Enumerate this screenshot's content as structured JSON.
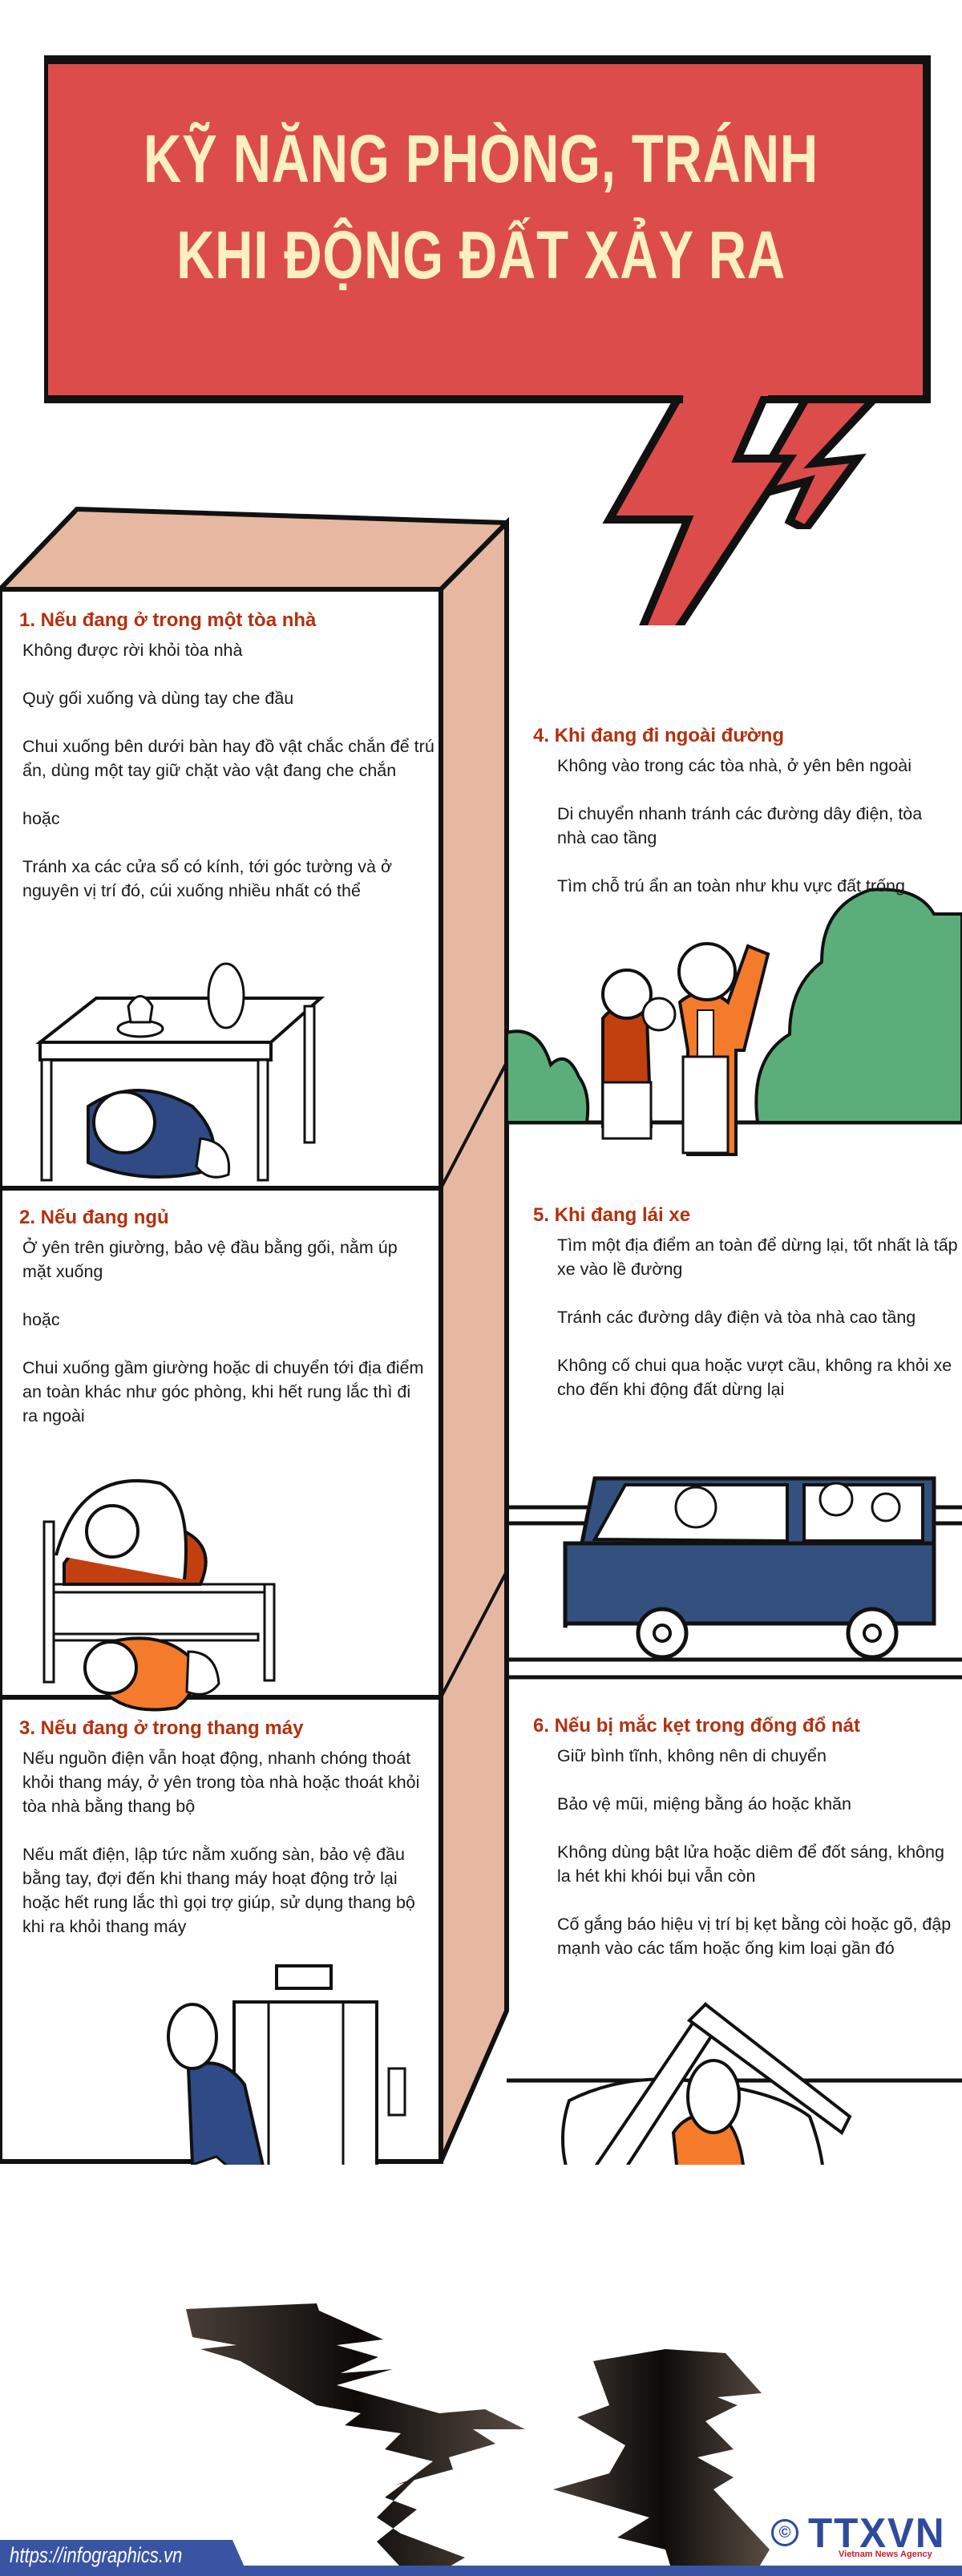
{
  "title": {
    "line1": "KỸ NĂNG PHÒNG, TRÁNH",
    "line2": "KHI ĐỘNG ĐẤT XẢY RA"
  },
  "colors": {
    "bubble_fill": "#dc4c4a",
    "title_text": "#fdf0c0",
    "building_side": "#e6b8a2",
    "heading": "#b3300e",
    "footer_blue": "#3a54a4",
    "tree_green": "#5bae7a",
    "car_blue": "#34507e",
    "orange": "#f47a2c",
    "dark_orange": "#c2400f",
    "navy": "#2f4a85"
  },
  "sections": [
    {
      "heading": "1. Nếu đang ở trong một tòa nhà",
      "items": [
        "Không được rời khỏi tòa nhà",
        "Quỳ gối xuống và dùng tay che đầu",
        "Chui xuống bên dưới bàn hay đồ vật chắc chắn để trú ẩn, dùng một tay giữ chặt vào vật đang che chắn",
        "hoặc",
        "Tránh xa các cửa sổ có kính, tới góc tường và ở nguyên vị trí đó, cúi xuống nhiều nhất có thể"
      ],
      "illustration": "person-under-table"
    },
    {
      "heading": "2. Nếu đang ngủ",
      "items": [
        "Ở yên trên giường, bảo vệ đầu bằng gối, nằm úp mặt xuống",
        "hoặc",
        "Chui xuống gầm giường hoặc di chuyển tới địa điểm an toàn khác như góc phòng, khi hết rung lắc thì đi ra ngoài"
      ],
      "illustration": "people-on-and-under-bed"
    },
    {
      "heading": "3. Nếu đang ở trong thang máy",
      "items": [
        "Nếu nguồn điện vẫn hoạt động, nhanh chóng thoát khỏi thang máy, ở yên trong tòa nhà hoặc thoát khỏi tòa nhà bằng thang bộ",
        "Nếu mất điện, lập tức nằm xuống sàn, bảo vệ đầu bằng tay, đợi đến khi thang máy hoạt động trở lại hoặc hết rung lắc thì gọi trợ giúp, sử dụng thang bộ khi ra khỏi thang máy"
      ],
      "illustration": "person-exiting-elevator"
    },
    {
      "heading": "4. Khi đang đi ngoài đường",
      "items": [
        "Không vào trong các tòa nhà, ở yên bên ngoài",
        "Di chuyển nhanh tránh các đường dây điện, tòa nhà cao tầng",
        "Tìm chỗ trú ẩn an toàn như khu vực đất trống"
      ],
      "illustration": "family-outdoors"
    },
    {
      "heading": "5. Khi đang lái xe",
      "items": [
        "Tìm một địa điểm an toàn để dừng lại, tốt nhất là tấp xe vào lề đường",
        "Tránh các đường dây điện và tòa nhà cao tầng",
        "Không cố chui qua hoặc vượt cầu, không ra khỏi xe cho đến khi động đất dừng lại"
      ],
      "illustration": "family-in-car"
    },
    {
      "heading": "6. Nếu bị mắc kẹt trong đống đổ nát",
      "items": [
        "Giữ bình tĩnh, không nên di chuyển",
        "Bảo vệ mũi, miệng bằng áo hoặc khăn",
        "Không dùng bật lửa hoặc diêm để đốt sáng, không la hét khi khói bụi vẫn còn",
        "Cố gắng báo hiệu vị trí bị kẹt bằng còi hoặc gõ, đập mạnh vào các tấm hoặc ống kim loại gần đó"
      ],
      "illustration": "person-trapped-in-rubble"
    }
  ],
  "footer": {
    "url": "https://infographics.vn",
    "logo_copyright": "©",
    "logo_name": "TTXVN",
    "logo_subtitle": "Vietnam News Agency"
  }
}
